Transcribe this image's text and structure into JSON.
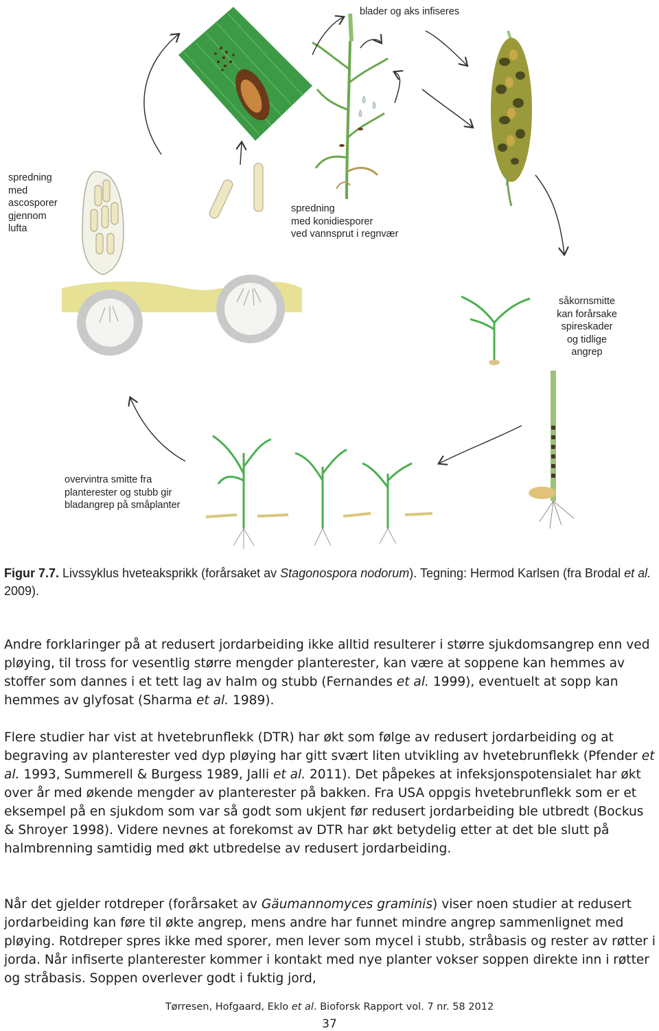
{
  "figure": {
    "labels": {
      "top": "blader og aks infiseres",
      "ascospores": "spredning\nmed\nascosporer\ngjennom\nlufta",
      "conidia": "spredning\nmed konidiesporer\nved vannsprut i regnvær",
      "seed": "såkornsmitte\nkan forårsake\nspireskader\nog tidlige\nangrep",
      "overwinter": "overvintra smitte fra\nplanterester og stubb gir\nbladangrep på småplanter"
    }
  },
  "caption": {
    "figno": "Figur 7.7.",
    "t1": " Livssyklus hveteaksprikk (forårsaket av ",
    "species": "Stagonospora nodorum",
    "t2": "). Tegning: Hermod Karlsen (fra Brodal ",
    "etal": "et al.",
    "t3": " 2009)."
  },
  "p1": {
    "a": "Andre forklaringer på at redusert jordarbeiding ikke alltid resulterer i større sjukdomsangrep enn ved pløying, til tross for vesentlig større mengder planterester, kan være at soppene kan hemmes av stoffer som dannes i et tett lag av halm og stubb (Fernandes ",
    "e1": "et al.",
    "b": " 1999), eventuelt at sopp kan hemmes av glyfosat (Sharma ",
    "e2": "et al.",
    "c": " 1989)."
  },
  "p2": {
    "a": "Flere studier har vist at hvetebrunflekk (DTR) har økt som følge av redusert jordarbeiding og at begraving av planterester ved dyp pløying har gitt svært liten utvikling av hvetebrunflekk (Pfender ",
    "e1": "et al.",
    "b": " 1993, Summerell & Burgess 1989, Jalli ",
    "e2": "et al.",
    "c": " 2011). Det påpekes at infeksjonspotensialet har økt over år med økende mengder av planterester på bakken. Fra USA oppgis hvetebrunflekk som er et eksempel på en sjukdom som var så godt som ukjent før redusert jordarbeiding ble utbredt (Bockus & Shroyer 1998). Videre nevnes at forekomst av DTR har økt betydelig etter at det ble slutt på halmbrenning samtidig med økt utbredelse av redusert jordarbeiding."
  },
  "p3": {
    "a": "Når det gjelder rotdreper (forårsaket av ",
    "species": "Gäumannomyces graminis",
    "b": ") viser noen studier at redusert jordarbeiding kan føre til økte angrep, mens andre har funnet mindre angrep sammenlignet med pløying. Rotdreper spres ikke med sporer, men lever som mycel i stubb, stråbasis og rester av røtter i jorda. Når infiserte planterester kommer i kontakt med nye planter vokser soppen direkte inn i røtter og stråbasis. Soppen overlever godt i fuktig jord,"
  },
  "footer": {
    "authors": "Tørresen, Hofgaard, Eklo ",
    "etal": "et al",
    "rest": ". Bioforsk Rapport vol. 7 nr. 58 2012",
    "page": "37"
  }
}
